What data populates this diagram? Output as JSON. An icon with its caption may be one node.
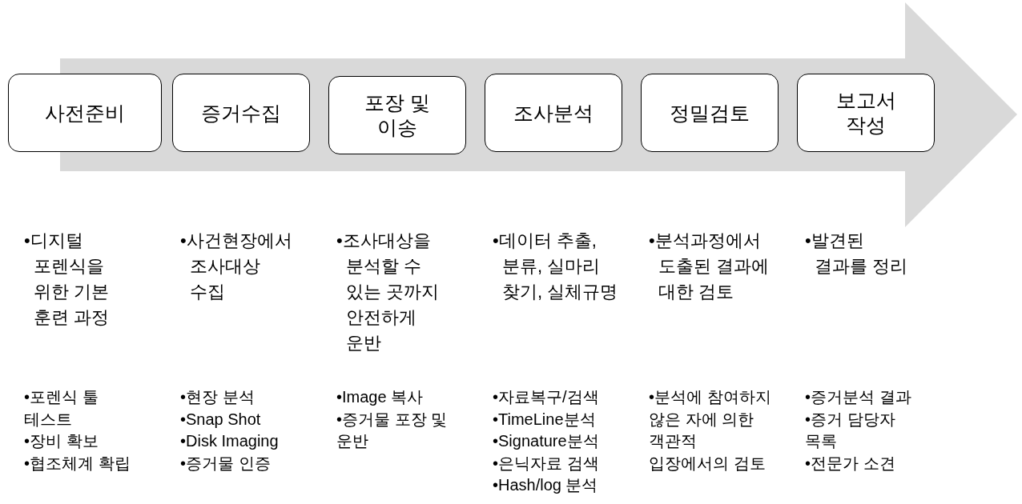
{
  "diagram": {
    "nodes": [
      {
        "text": [
          "사전준비"
        ]
      },
      {
        "text": [
          "증거수집"
        ]
      },
      {
        "text": [
          "포장 및 이송"
        ]
      },
      {
        "text": [
          "조사분석"
        ]
      },
      {
        "text": [
          "정밀검토"
        ]
      },
      {
        "text": [
          "보고서 작성"
        ]
      }
    ],
    "labels": [
      "•디지털 포렌식을 위한 기본 훈련 과정",
      "•사건현장에서 조사대상 수집",
      "•조사대상을 분석할 수 있는 곳까지 안전하게 운반",
      "•데이터 추출, 분류, 실마리 찾기, 실체규명",
      "•분석과정에서 도출된 결과에 대한 검토",
      "•발견된 결과를 정리",
      "•포렌식 툴 테스트",
      "•장비 확보",
      "•협조체계 확립",
      "•현장 분석",
      "•Snap Shot",
      "•Disk Imaging",
      "•증거물 인증",
      "•Image 복사",
      "•증거물 포장 및 운반",
      "•자료복구/검색",
      "•TimeLine분석",
      "•Signature분석",
      "•은닉자료 검색",
      "•Hash/log 분석",
      "•분석에 참여하지 않은 자에 의한 객관적 입장에서의 검토",
      "•증거분석 결과",
      "•증거 담당자 목록",
      "•전문가 소견"
    ]
  }
}
